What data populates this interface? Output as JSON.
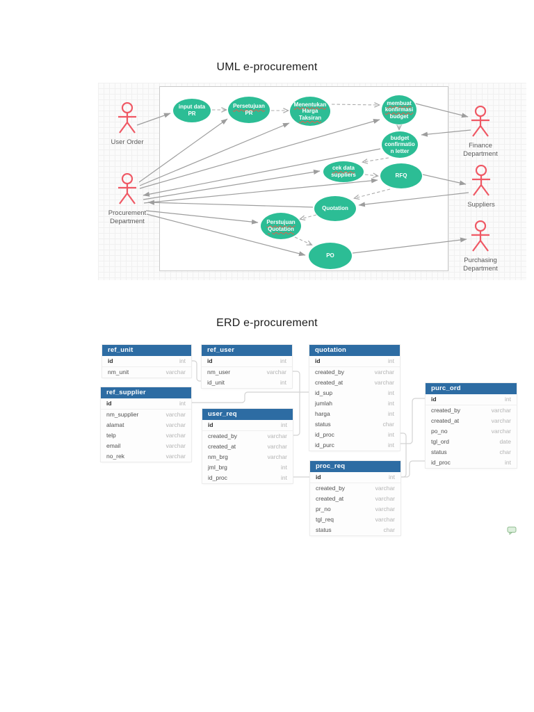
{
  "uml": {
    "title": "UML e-procurement",
    "colors": {
      "usecase_fill": "#2cbd95",
      "actor_stroke": "#ef5864",
      "arrow": "#9d9d9d"
    },
    "usecases": [
      {
        "id": "input-data-pr",
        "lines": [
          "input data",
          "PR"
        ]
      },
      {
        "id": "persetujuan-pr",
        "lines": [
          "Persetujuan",
          "PR"
        ]
      },
      {
        "id": "menentukan-harga-taksiran",
        "lines": [
          "Menentukan",
          "Harga",
          "Taksiran"
        ]
      },
      {
        "id": "membuat-konfirmasi-budget",
        "lines": [
          "membuat",
          "konfirmasi",
          "budget"
        ]
      },
      {
        "id": "budget-confirmation-letter",
        "lines": [
          "budget",
          "confirmatio",
          "n letter"
        ]
      },
      {
        "id": "cek-data-suppliers",
        "lines": [
          "cek data",
          "suppliers"
        ]
      },
      {
        "id": "rfq",
        "lines": [
          "RFQ"
        ]
      },
      {
        "id": "quotation",
        "lines": [
          "Quotation"
        ]
      },
      {
        "id": "perstujuan-quotation",
        "lines": [
          "Perstujuan",
          "Quotation"
        ]
      },
      {
        "id": "po",
        "lines": [
          "PO"
        ]
      }
    ],
    "actors": [
      {
        "id": "user-order",
        "icon": "stick-figure-icon",
        "lines": [
          "User Order"
        ]
      },
      {
        "id": "procurement-department",
        "icon": "stick-figure-icon",
        "lines": [
          "Procurement",
          "Department"
        ]
      },
      {
        "id": "finance-department",
        "icon": "stick-figure-icon",
        "lines": [
          "Finance",
          "Department"
        ]
      },
      {
        "id": "suppliers",
        "icon": "stick-figure-icon",
        "lines": [
          "Suppliers"
        ]
      },
      {
        "id": "purchasing-department",
        "icon": "stick-figure-icon",
        "lines": [
          "Purchasing",
          "Department"
        ]
      }
    ]
  },
  "erd": {
    "title": "ERD e-procurement",
    "header_color": "#2d6ca3",
    "tables": [
      {
        "name": "ref_unit",
        "fields": [
          [
            "id",
            "int"
          ],
          [
            "nm_unit",
            "varchar"
          ]
        ]
      },
      {
        "name": "ref_user",
        "fields": [
          [
            "id",
            "int"
          ],
          [
            "nm_user",
            "varchar"
          ],
          [
            "id_unit",
            "int"
          ]
        ]
      },
      {
        "name": "quotation",
        "fields": [
          [
            "id",
            "int"
          ],
          [
            "created_by",
            "varchar"
          ],
          [
            "created_at",
            "varchar"
          ],
          [
            "id_sup",
            "int"
          ],
          [
            "jumlah",
            "int"
          ],
          [
            "harga",
            "int"
          ],
          [
            "status",
            "char"
          ],
          [
            "id_proc",
            "int"
          ],
          [
            "id_purc",
            "int"
          ]
        ]
      },
      {
        "name": "ref_supplier",
        "fields": [
          [
            "id",
            "int"
          ],
          [
            "nm_supplier",
            "varchar"
          ],
          [
            "alamat",
            "varchar"
          ],
          [
            "telp",
            "varchar"
          ],
          [
            "email",
            "varchar"
          ],
          [
            "no_rek",
            "varchar"
          ]
        ]
      },
      {
        "name": "user_req",
        "fields": [
          [
            "id",
            "int"
          ],
          [
            "created_by",
            "varchar"
          ],
          [
            "created_at",
            "varchar"
          ],
          [
            "nm_brg",
            "varchar"
          ],
          [
            "jml_brg",
            "int"
          ],
          [
            "id_proc",
            "int"
          ]
        ]
      },
      {
        "name": "purc_ord",
        "fields": [
          [
            "id",
            "int"
          ],
          [
            "created_by",
            "varchar"
          ],
          [
            "created_at",
            "varchar"
          ],
          [
            "po_no",
            "varchar"
          ],
          [
            "tgl_ord",
            "date"
          ],
          [
            "status",
            "char"
          ],
          [
            "id_proc",
            "int"
          ]
        ]
      },
      {
        "name": "proc_req",
        "fields": [
          [
            "id",
            "int"
          ],
          [
            "created_by",
            "varchar"
          ],
          [
            "created_at",
            "varchar"
          ],
          [
            "pr_no",
            "varchar"
          ],
          [
            "tgl_req",
            "varchar"
          ],
          [
            "status",
            "char"
          ]
        ]
      }
    ]
  },
  "misc": {
    "corner_icon": "chat-bubble-icon",
    "corner_icon_color": "#8fbc8f"
  }
}
